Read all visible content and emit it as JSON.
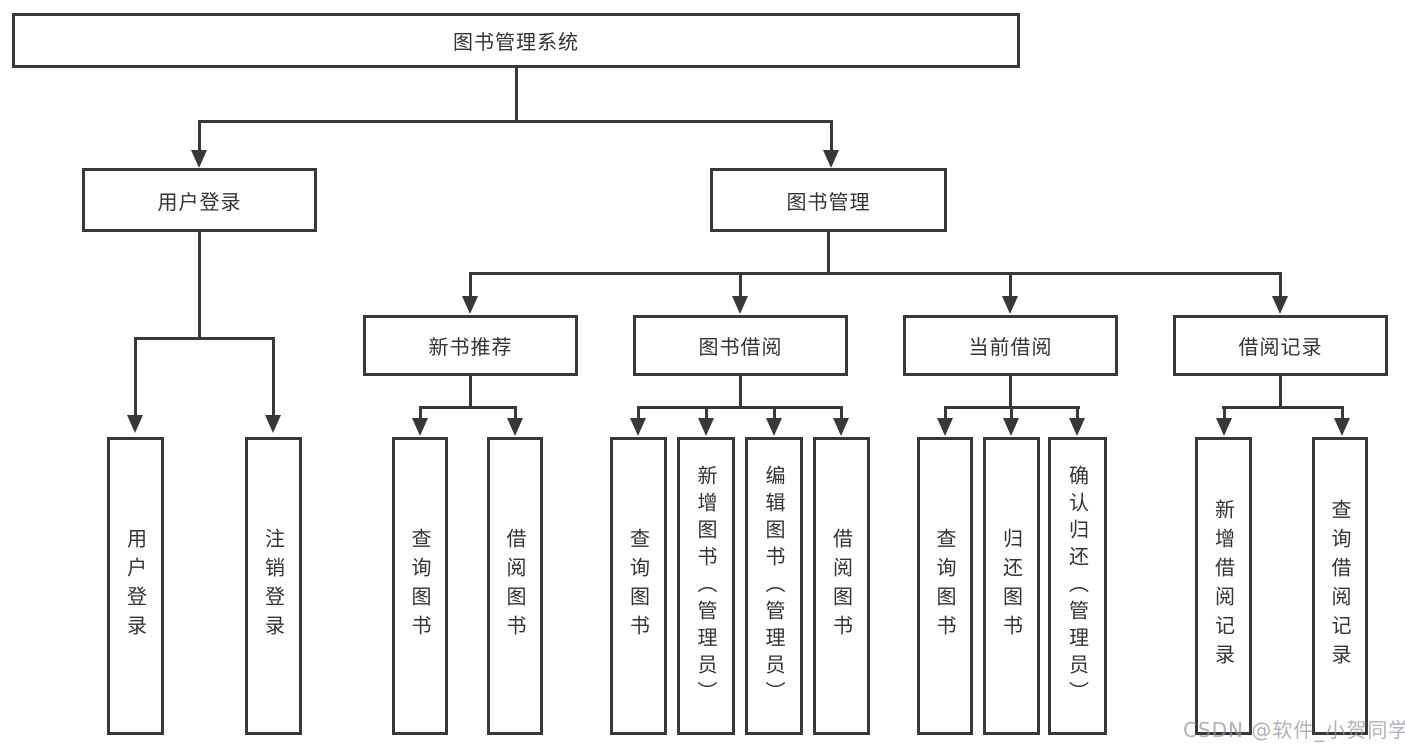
{
  "tree": {
    "label": "图书管理系统",
    "children": [
      {
        "label": "用户登录",
        "children": [
          {
            "label": "用户登录"
          },
          {
            "label": "注销登录"
          }
        ]
      },
      {
        "label": "图书管理",
        "children": [
          {
            "label": "新书推荐",
            "children": [
              {
                "label": "查询图书"
              },
              {
                "label": "借阅图书"
              }
            ]
          },
          {
            "label": "图书借阅",
            "children": [
              {
                "label": "查询图书"
              },
              {
                "label": "新增图书（管理员）"
              },
              {
                "label": "编辑图书（管理员）"
              },
              {
                "label": "借阅图书"
              }
            ]
          },
          {
            "label": "当前借阅",
            "children": [
              {
                "label": "查询图书"
              },
              {
                "label": "归还图书"
              },
              {
                "label": "确认归还（管理员）"
              }
            ]
          },
          {
            "label": "借阅记录",
            "children": [
              {
                "label": "新增借阅记录"
              },
              {
                "label": "查询借阅记录"
              }
            ]
          }
        ]
      }
    ]
  },
  "watermark": {
    "text": "CSDN @软件_小贺同学"
  },
  "colors": {
    "line": "#383838",
    "text": "#333333",
    "background": "#ffffff",
    "watermark_gray": "#9498a0"
  }
}
